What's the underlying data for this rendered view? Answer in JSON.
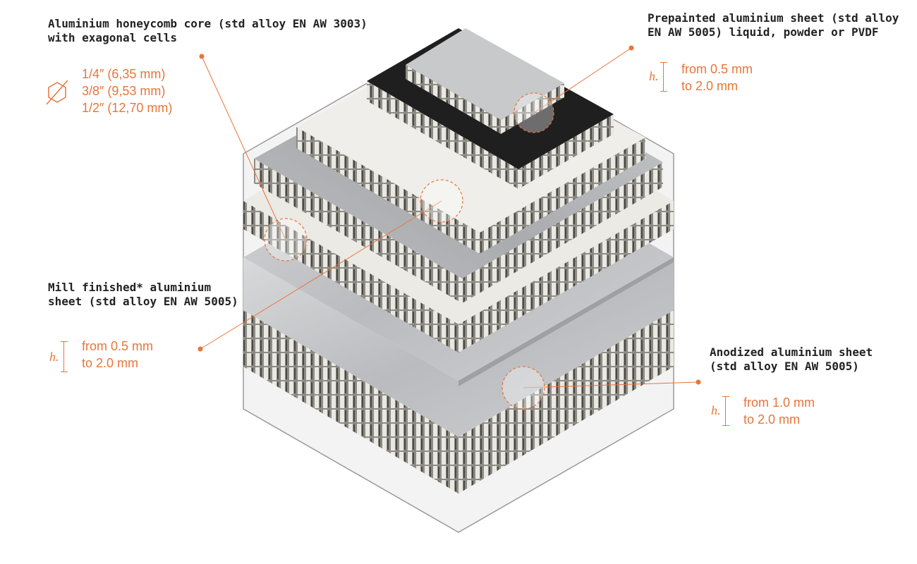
{
  "colors": {
    "accent": "#e8753a",
    "text": "#222222",
    "outline": "#9a9a9a",
    "sheet_light": "#eeeeec",
    "sheet_dark": "#1e1e1e",
    "metal": "#c2c4c6"
  },
  "callouts": {
    "core": {
      "title_lines": [
        "Aluminium honeycomb core (std alloy EN AW 3003)",
        "with exagonal cells"
      ],
      "cell_icon": "hexagon-diameter-icon",
      "sizes": [
        "1/4″ (6,35 mm)",
        "3/8″ (9,53 mm)",
        "1/2″ (12,70 mm)"
      ]
    },
    "prepainted": {
      "title_lines": [
        "Prepainted aluminium sheet (std alloy",
        "EN AW 5005) liquid, powder or PVDF"
      ],
      "h_label": "h.",
      "range": [
        "from 0.5 mm",
        "to 2.0 mm"
      ]
    },
    "mill": {
      "title_lines": [
        "Mill finished* aluminium",
        "sheet (std alloy EN AW 5005)"
      ],
      "h_label": "h.",
      "range": [
        "from 0.5 mm",
        "to 2.0 mm"
      ]
    },
    "anodized": {
      "title_lines": [
        "Anodized aluminium sheet",
        "(std alloy EN AW 5005)"
      ],
      "h_label": "h.",
      "range": [
        "from 1.0 mm",
        "to 2.0 mm"
      ]
    }
  }
}
